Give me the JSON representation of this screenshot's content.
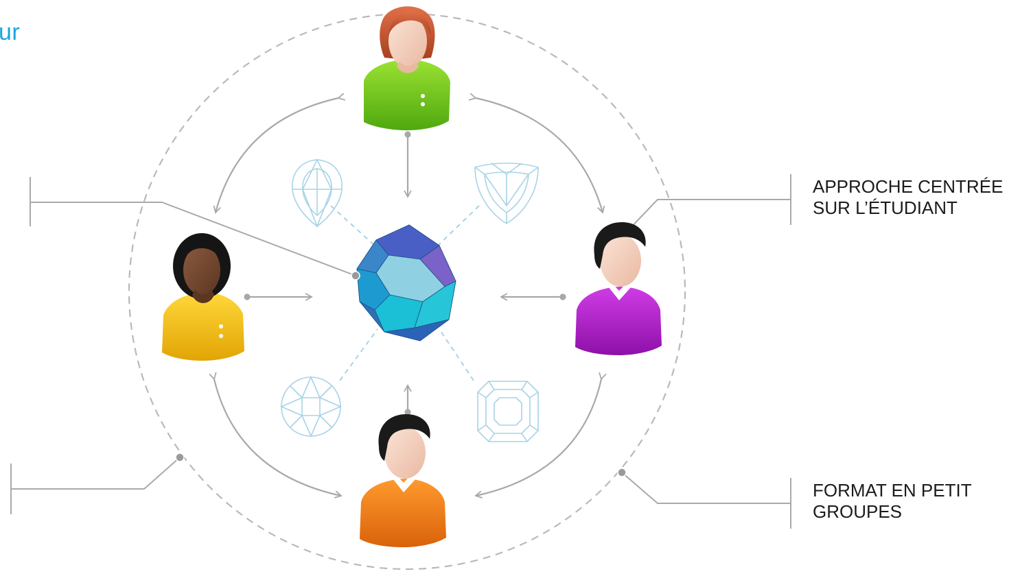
{
  "header": {
    "partial_title": "ur"
  },
  "callouts": {
    "student_centered": {
      "line1": "APPROCHE CENTRÉE",
      "line2": "SUR L’ÉTUDIANT"
    },
    "small_group": {
      "line1": "FORMAT EN PETIT",
      "line2": "GROUPES"
    }
  },
  "people": [
    {
      "id": "top",
      "shirt": "green",
      "hair": "auburn"
    },
    {
      "id": "left",
      "shirt": "yellow",
      "hair": "black"
    },
    {
      "id": "right",
      "shirt": "purple",
      "hair": "black"
    },
    {
      "id": "bottom",
      "shirt": "orange",
      "hair": "black"
    }
  ],
  "gems": [
    "pear-cut",
    "trillion-cut",
    "round-brilliant-cut",
    "asscher-cut"
  ],
  "colors": {
    "accent": "#1aa6dd",
    "dashed_circle": "#b9b9b9",
    "arrows": "#a8a8a8",
    "gem_outline": "#a7d3e6",
    "callout_line": "#a9a9a9",
    "green_shirt": "#7bcf1f",
    "yellow_shirt": "#f4c51b",
    "purple_shirt": "#b71fd0",
    "orange_shirt": "#f2821a",
    "crystal": "#2c7fc4"
  }
}
